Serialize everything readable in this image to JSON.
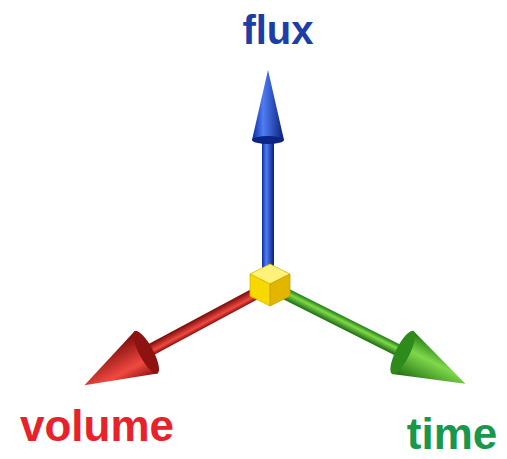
{
  "diagram": {
    "labels": [
      "flux",
      "volume",
      "time"
    ]
  }
}
